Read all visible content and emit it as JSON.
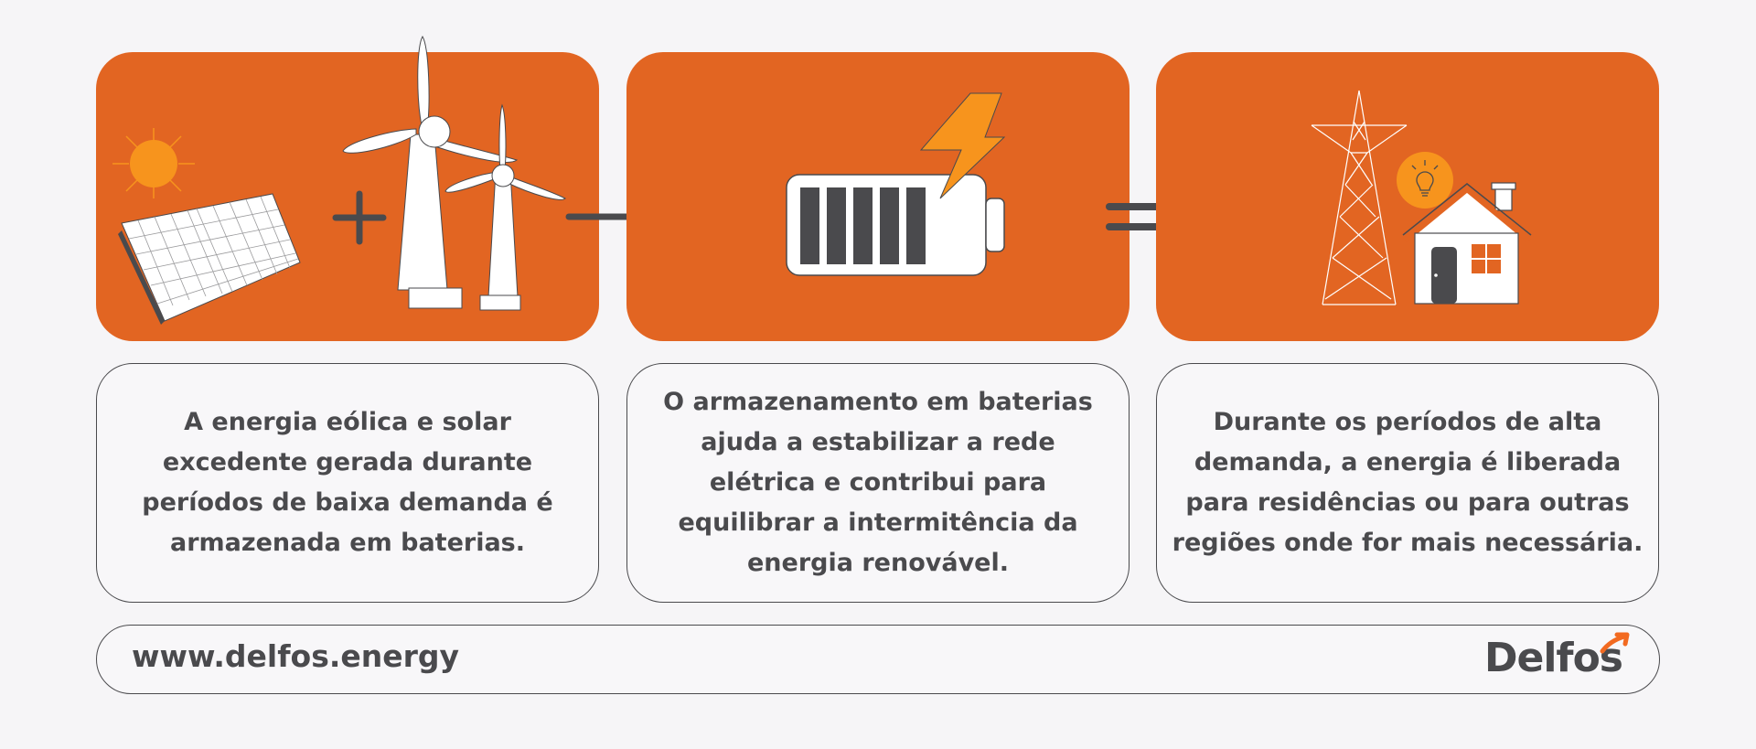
{
  "panels": [
    {
      "id": "solar-wind",
      "icons": [
        "sun-icon",
        "solar-panel-icon",
        "plus-icon",
        "wind-turbine-icon",
        "arrow-right-icon"
      ],
      "text": "A energia eólica e solar excedente gerada durante períodos de baixa demanda é armazenada em baterias."
    },
    {
      "id": "battery",
      "icons": [
        "lightning-bolt-icon",
        "battery-icon",
        "equals-icon"
      ],
      "text": "O armazenamento em baterias ajuda a estabilizar a rede elétrica e contribui para equilibrar a intermitência da energia renovável."
    },
    {
      "id": "distribution",
      "icons": [
        "transmission-tower-icon",
        "lightbulb-icon",
        "house-icon"
      ],
      "text": "Durante os períodos de alta demanda, a energia é liberada para residências ou para outras regiões onde for mais necessária."
    }
  ],
  "footer": {
    "url": "www.delfos.energy",
    "logo_text": "Delfos"
  },
  "colors": {
    "panel_orange": "#e26522",
    "accent_orange": "#f7941d",
    "dark_gray": "#4a4a4d",
    "background": "#f6f5f7"
  }
}
